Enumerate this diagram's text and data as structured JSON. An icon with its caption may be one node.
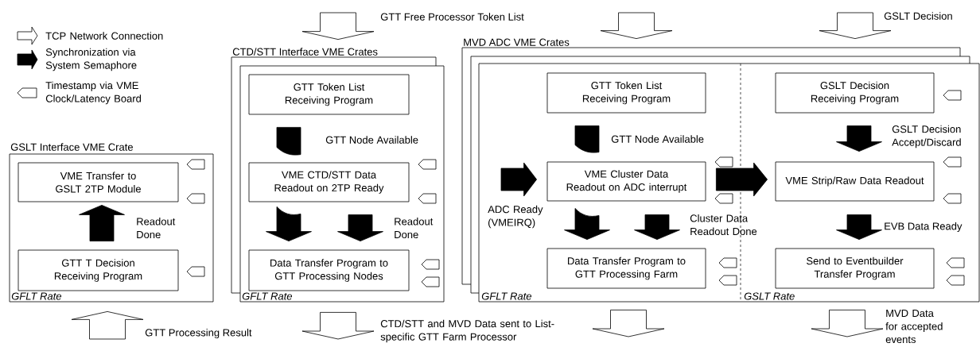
{
  "diagram": {
    "nodes": [
      {
        "text": [
          "GSLT Interface VME Crate",
          "GFLT Rate"
        ]
      },
      {
        "text": [
          "VME Transfer to GSLT 2TP Module"
        ],
        "in": 0
      },
      {
        "text": [
          "GTT T Decision Receiving Program"
        ],
        "in": 0
      },
      {
        "text": [
          "CTD/STT Interface VME Crates",
          "GFLT Rate"
        ]
      },
      {
        "text": [
          "GTT Token List Receiving Program"
        ],
        "in": 3
      },
      {
        "text": [
          "VME CTD/STT Data Readout on 2TP Ready"
        ],
        "in": 3
      },
      {
        "text": [
          "Data Transfer Program to GTT Processing Nodes"
        ],
        "in": 3
      },
      {
        "text": [
          "MVD ADC VME Crates",
          "GFLT Rate",
          "GSLT Rate"
        ]
      },
      {
        "text": [
          "GTT Token List Receiving Program"
        ],
        "in": 7
      },
      {
        "text": [
          "GSLT Decision Receiving Program"
        ],
        "in": 7
      },
      {
        "text": [
          "VME Cluster Data Readout on ADC interrupt"
        ],
        "in": 7
      },
      {
        "text": [
          "VME Strip/Raw Data Readout"
        ],
        "in": 7
      },
      {
        "text": [
          "Data Transfer Program to GTT Processing Farm"
        ],
        "in": 7
      },
      {
        "text": [
          "Send to Eventbuilder Transfer Program"
        ],
        "in": 7
      }
    ],
    "edges": [
      {
        "from": null,
        "to": 3,
        "arrow": "to",
        "label": "GTT Free Processor Token List"
      },
      {
        "from": null,
        "to": 7,
        "arrow": "to"
      },
      {
        "from": null,
        "to": 7,
        "arrow": "to",
        "label": "GSLT Decision"
      },
      {
        "from": 2,
        "to": 1,
        "arrow": "to",
        "label": "Readout Done",
        "style": "thick"
      },
      {
        "from": 4,
        "to": 5,
        "arrow": "none",
        "label": "GTT Node Available",
        "style": "thick"
      },
      {
        "from": 5,
        "to": 6,
        "arrow": "to",
        "style": "thick"
      },
      {
        "from": 5,
        "to": 6,
        "arrow": "to",
        "label": "Readout Done",
        "style": "thick"
      },
      {
        "from": 8,
        "to": 10,
        "arrow": "none",
        "label": "GTT Node Available",
        "style": "thick"
      },
      {
        "from": null,
        "to": 10,
        "arrow": "to",
        "label": "ADC Ready (VMEIRQ)",
        "style": "thick"
      },
      {
        "from": 10,
        "to": 11,
        "arrow": "to",
        "style": "thick"
      },
      {
        "from": 10,
        "to": 12,
        "arrow": "to",
        "style": "thick"
      },
      {
        "from": 10,
        "to": 12,
        "arrow": "to",
        "label": "Cluster Data Readout Done",
        "style": "thick"
      },
      {
        "from": 9,
        "to": 11,
        "arrow": "to",
        "label": "GSLT Decision Accept/Discard",
        "style": "thick"
      },
      {
        "from": 11,
        "to": 13,
        "arrow": "to",
        "label": "EVB Data Ready",
        "style": "thick"
      },
      {
        "from": null,
        "to": 0,
        "arrow": "to",
        "label": "GTT Processing Result"
      },
      {
        "from": 3,
        "to": null,
        "arrow": "to",
        "label": "CTD/STT and MVD Data sent to List-specific GTT Farm Processor"
      },
      {
        "from": 7,
        "to": null,
        "arrow": "to"
      },
      {
        "from": 7,
        "to": null,
        "arrow": "to",
        "label": "MVD Data for accepted events"
      }
    ],
    "legend": [
      {
        "text": "TCP Network Connection"
      },
      {
        "text": "Synchronization via System Semaphore"
      },
      {
        "text": "Timestamp via VME Clock/Latency Board"
      }
    ]
  }
}
